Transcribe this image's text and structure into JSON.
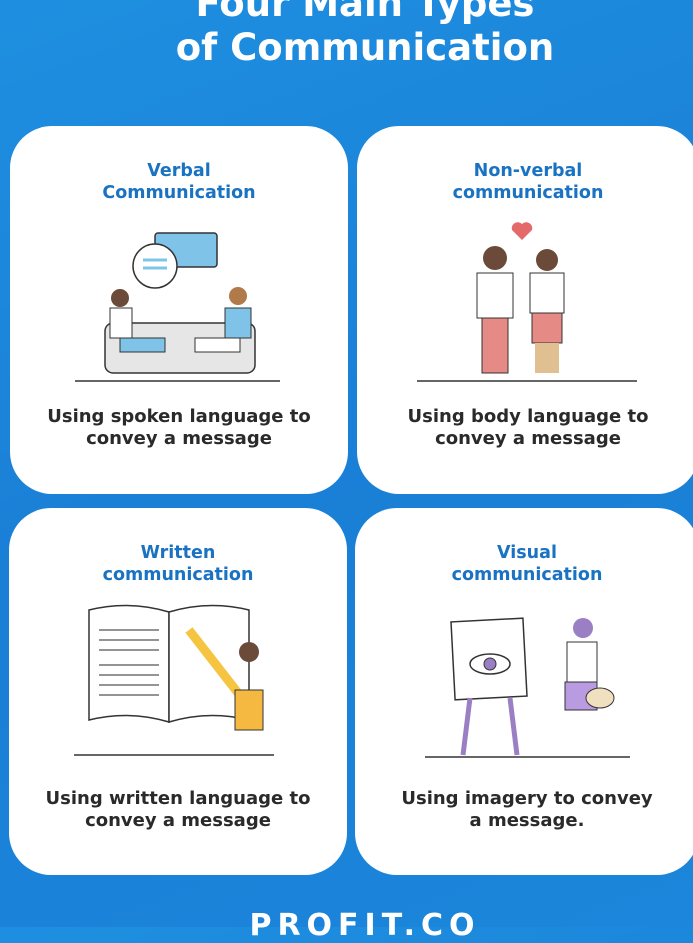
{
  "title_line1": "Four Main Types",
  "title_line2": "of Communication",
  "cards": [
    {
      "heading_line1": "Verbal",
      "heading_line2": "Communication",
      "desc_line1": "Using spoken language to",
      "desc_line2": "convey a message",
      "icon": "people-talking-on-sofa"
    },
    {
      "heading_line1": "Non-verbal",
      "heading_line2": "communication",
      "desc_line1": "Using body language to",
      "desc_line2": "convey a message",
      "icon": "couple-with-hearts"
    },
    {
      "heading_line1": "Written",
      "heading_line2": "communication",
      "desc_line1": "Using written language to",
      "desc_line2": "convey a message",
      "icon": "person-writing-in-book"
    },
    {
      "heading_line1": "Visual",
      "heading_line2": "communication",
      "desc_line1": "Using imagery to convey",
      "desc_line2": "a message.",
      "icon": "painter-at-easel"
    }
  ],
  "logo": "PROFIT.CO",
  "colors": {
    "background": "#1a84d9",
    "heading": "#1a73c2",
    "text": "#2a2a2a"
  }
}
